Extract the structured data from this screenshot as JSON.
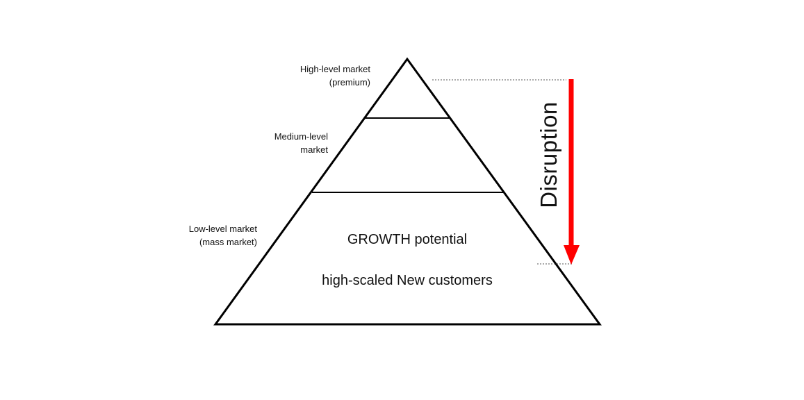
{
  "diagram": {
    "levels": [
      {
        "id": "high",
        "lines": [
          "High-level market",
          "(premium)"
        ]
      },
      {
        "id": "medium",
        "lines": [
          "Medium-level",
          "market"
        ]
      },
      {
        "id": "low",
        "lines": [
          "Low-level market",
          "(mass market)"
        ]
      }
    ],
    "bottom_tier": {
      "line1": "GROWTH potential",
      "line2": "high-scaled New customers"
    },
    "arrow": {
      "label": "Disruption",
      "color": "#ff0000",
      "direction": "down"
    },
    "colors": {
      "outline": "#000000",
      "guide_line": "#555555",
      "background": "#ffffff"
    }
  }
}
